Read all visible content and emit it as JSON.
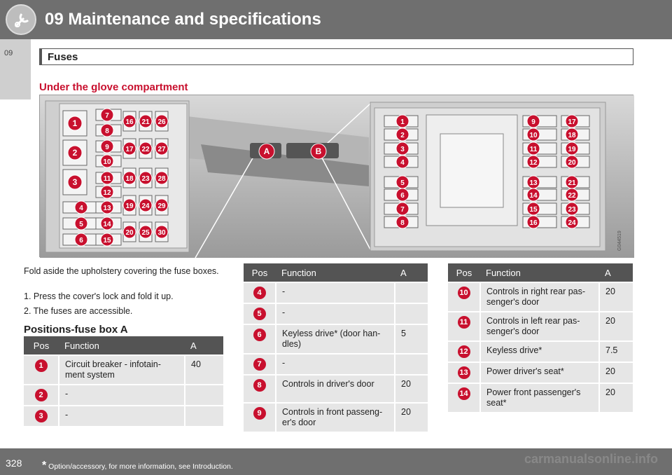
{
  "header": {
    "title": "09 Maintenance and specifications",
    "chapter_tab": "09"
  },
  "section": "Fuses",
  "subheading": "Under the glove compartment",
  "figure": {
    "code": "G044519",
    "callouts": [
      "A",
      "B"
    ],
    "box_a_numbers": [
      "1",
      "2",
      "3",
      "4",
      "5",
      "6",
      "7",
      "8",
      "9",
      "10",
      "11",
      "12",
      "13",
      "14",
      "15",
      "16",
      "17",
      "18",
      "19",
      "20",
      "21",
      "22",
      "23",
      "24",
      "25",
      "26",
      "27",
      "28",
      "29",
      "30"
    ],
    "box_b_numbers": [
      "1",
      "2",
      "3",
      "4",
      "5",
      "6",
      "7",
      "8",
      "9",
      "10",
      "11",
      "12",
      "13",
      "14",
      "15",
      "16",
      "17",
      "18",
      "19",
      "20",
      "21",
      "22",
      "23",
      "24"
    ]
  },
  "intro": "Fold aside the upholstery covering the fuse boxes.",
  "steps": [
    "1.  Press the cover's lock and fold it up.",
    "2.  The fuses are accessible."
  ],
  "positions_heading": "Positions-fuse box A",
  "table_headers": {
    "pos": "Pos",
    "function": "Function",
    "a": "A"
  },
  "table1": [
    {
      "pos": "1",
      "function": "Circuit breaker - infotain-ment system",
      "a": "40"
    },
    {
      "pos": "2",
      "function": "-",
      "a": ""
    },
    {
      "pos": "3",
      "function": "-",
      "a": ""
    }
  ],
  "table2": [
    {
      "pos": "4",
      "function": "-",
      "a": ""
    },
    {
      "pos": "5",
      "function": "-",
      "a": ""
    },
    {
      "pos": "6",
      "function": "Keyless drive* (door han-dles)",
      "a": "5"
    },
    {
      "pos": "7",
      "function": "-",
      "a": ""
    },
    {
      "pos": "8",
      "function": "Controls in driver's door",
      "a": "20"
    },
    {
      "pos": "9",
      "function": "Controls in front passeng-er's door",
      "a": "20"
    }
  ],
  "table3": [
    {
      "pos": "10",
      "function": "Controls in right rear pas-senger's door",
      "a": "20"
    },
    {
      "pos": "11",
      "function": "Controls in left rear pas-senger's door",
      "a": "20"
    },
    {
      "pos": "12",
      "function": "Keyless drive*",
      "a": "7.5"
    },
    {
      "pos": "13",
      "function": "Power driver's seat*",
      "a": "20"
    },
    {
      "pos": "14",
      "function": "Power front passenger's seat*",
      "a": "20"
    }
  ],
  "footer": {
    "page": "328",
    "star": "*",
    "note": "Option/accessory, for more information, see Introduction."
  },
  "watermark": "carmanualsonline.info",
  "colors": {
    "accent": "#c8102e",
    "header_bg": "#6f6f6f",
    "table_head": "#545454",
    "row_bg": "#e6e6e6"
  }
}
